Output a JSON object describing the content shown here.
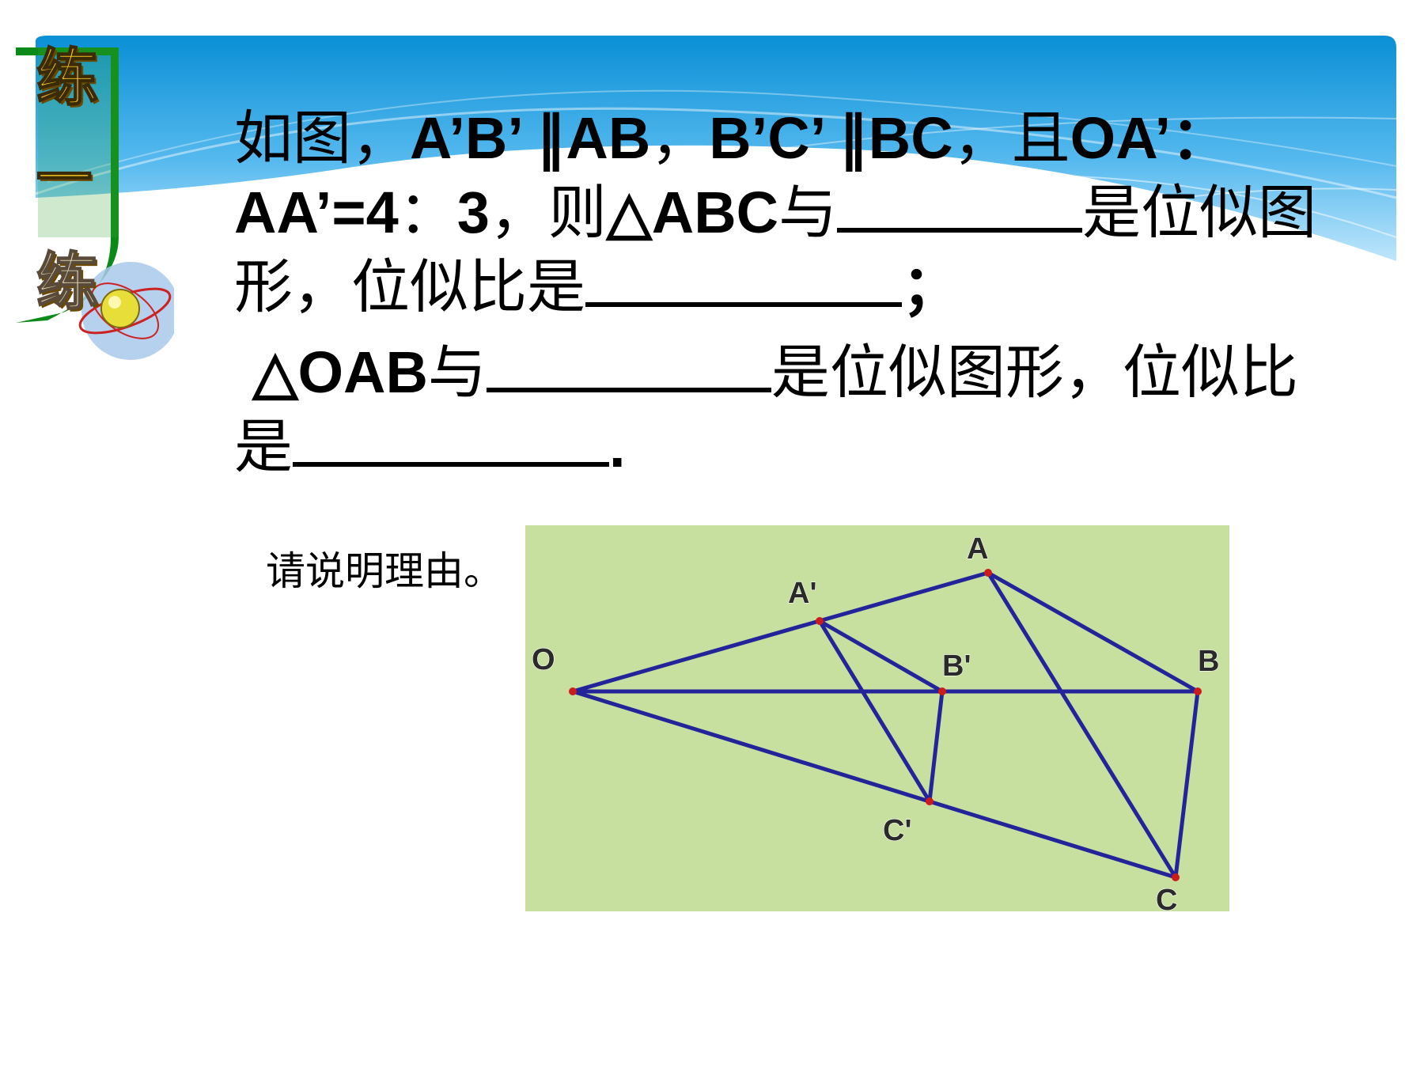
{
  "side_label": {
    "chars": [
      "练",
      "一",
      "练"
    ]
  },
  "question": {
    "l1_a": "如图，",
    "l1_b": "A’B’ ∥AB",
    "l1_c": "，",
    "l1_d": "B’C’ ∥BC",
    "l1_e": "，且",
    "l1_f": "OA’：",
    "l2_a": "AA’=4",
    "l2_b": "：",
    "l2_c": "3",
    "l2_d": "，则",
    "l2_e": "△ABC",
    "l2_f": "与",
    "l2_g": "是位似图",
    "l3_a": "形，位似比是",
    "l3_b": "；",
    "l4_a": "△OAB",
    "l4_b": "与",
    "l4_c": "是位似图形，位似比",
    "l5_a": "是",
    "l5_b": "."
  },
  "hint": "请说明理由。",
  "figure": {
    "background": "#c7df9f",
    "line_color": "#23239a",
    "point_color": "#cc1b1b",
    "labels": {
      "O": "O",
      "A": "A",
      "B": "B",
      "C": "C",
      "A1": "A'",
      "B1": "B'",
      "C1": "C'"
    }
  }
}
